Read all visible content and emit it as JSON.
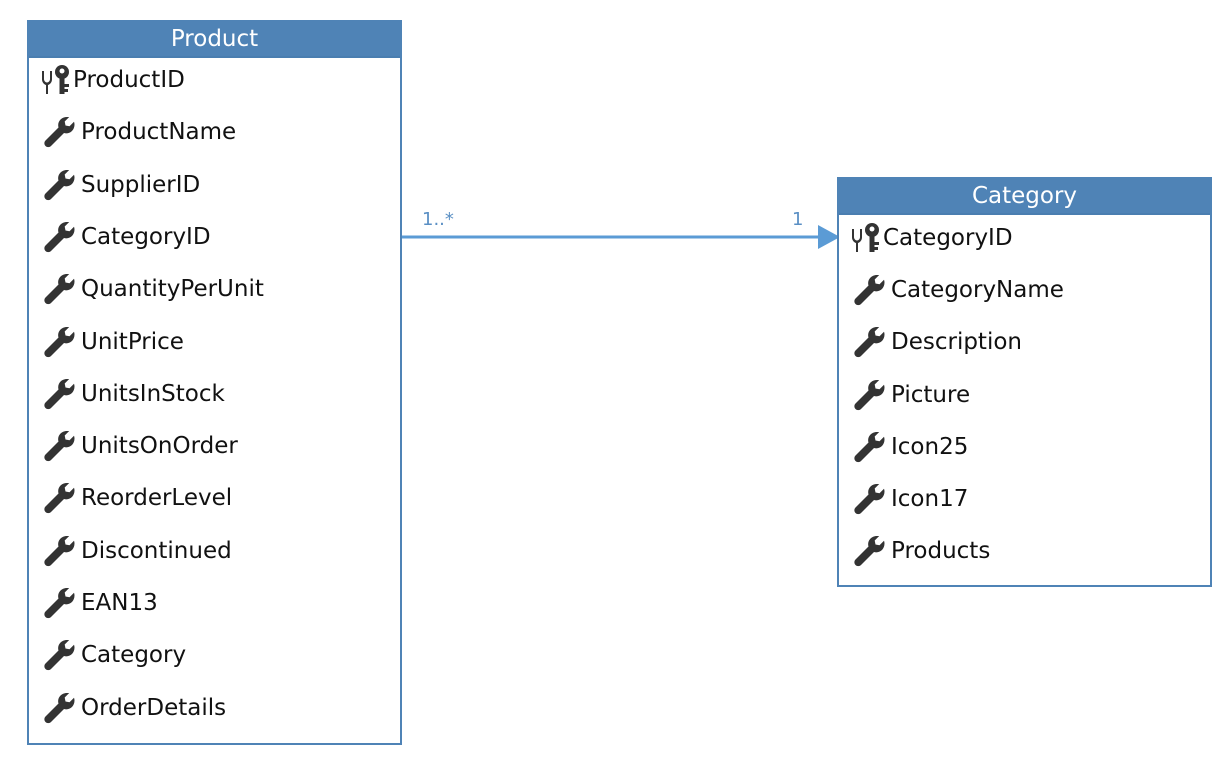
{
  "colors": {
    "entity_border": "#4f83b6",
    "entity_header_bg": "#4f83b6",
    "entity_header_text": "#ffffff",
    "field_text": "#111111",
    "icon": "#333333",
    "relation_line": "#5b9bd5",
    "multiplicity_text": "#5a8fc4"
  },
  "product": {
    "title": "Product",
    "fields": [
      {
        "name": "ProductID",
        "icon": "key-icon"
      },
      {
        "name": "ProductName",
        "icon": "wrench-icon"
      },
      {
        "name": "SupplierID",
        "icon": "wrench-icon"
      },
      {
        "name": "CategoryID",
        "icon": "wrench-icon"
      },
      {
        "name": "QuantityPerUnit",
        "icon": "wrench-icon"
      },
      {
        "name": "UnitPrice",
        "icon": "wrench-icon"
      },
      {
        "name": "UnitsInStock",
        "icon": "wrench-icon"
      },
      {
        "name": "UnitsOnOrder",
        "icon": "wrench-icon"
      },
      {
        "name": "ReorderLevel",
        "icon": "wrench-icon"
      },
      {
        "name": "Discontinued",
        "icon": "wrench-icon"
      },
      {
        "name": "EAN13",
        "icon": "wrench-icon"
      },
      {
        "name": "Category",
        "icon": "wrench-icon"
      },
      {
        "name": "OrderDetails",
        "icon": "wrench-icon"
      }
    ]
  },
  "category": {
    "title": "Category",
    "fields": [
      {
        "name": "CategoryID",
        "icon": "key-icon"
      },
      {
        "name": "CategoryName",
        "icon": "wrench-icon"
      },
      {
        "name": "Description",
        "icon": "wrench-icon"
      },
      {
        "name": "Picture",
        "icon": "wrench-icon"
      },
      {
        "name": "Icon25",
        "icon": "wrench-icon"
      },
      {
        "name": "Icon17",
        "icon": "wrench-icon"
      },
      {
        "name": "Products",
        "icon": "wrench-icon"
      }
    ]
  },
  "relation": {
    "source_multiplicity": "1..*",
    "target_multiplicity": "1"
  }
}
